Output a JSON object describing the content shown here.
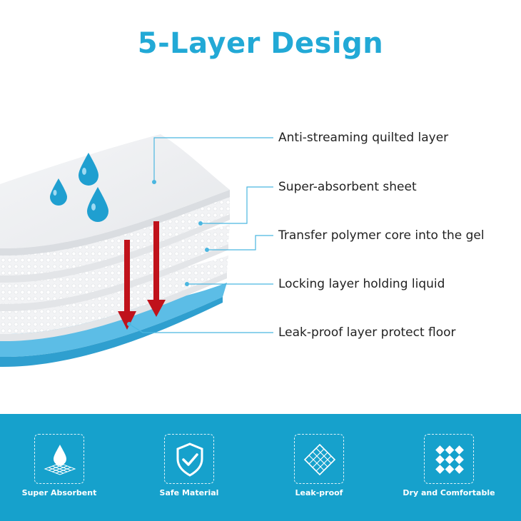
{
  "title": "5-Layer Design",
  "layers": [
    {
      "label": "Anti-streaming quilted layer"
    },
    {
      "label": "Super-absorbent sheet"
    },
    {
      "label": "Transfer polymer core into the gel"
    },
    {
      "label": "Locking layer holding liquid"
    },
    {
      "label": "Leak-proof layer protect floor"
    }
  ],
  "features": [
    {
      "label": "Super Absorbent",
      "icon": "water-drop-pad-icon"
    },
    {
      "label": "Safe Material",
      "icon": "shield-check-icon"
    },
    {
      "label": "Leak-proof",
      "icon": "mesh-grid-icon"
    },
    {
      "label": "Dry and Comfortable",
      "icon": "diamond-dots-icon"
    }
  ],
  "colors": {
    "accent": "#22a9d6",
    "band": "#16a1cc",
    "arrow": "#c0121b",
    "drop": "#1f9fd0",
    "bottom_layer": "#5cbde6"
  }
}
